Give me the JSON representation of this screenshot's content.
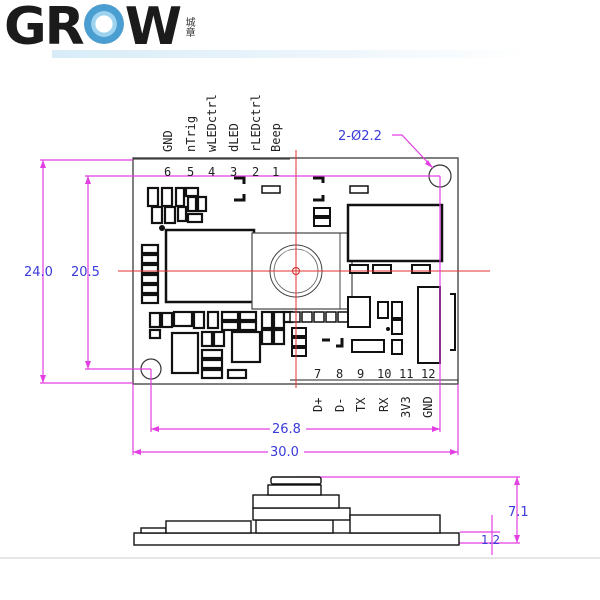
{
  "brand": {
    "logo_left": "GR",
    "logo_right": "W",
    "logo_cn": "城章",
    "logo_icon": "fingerprint-o-icon"
  },
  "drawing": {
    "hole_callout": "2-Ø2.2",
    "dims": {
      "height_outer": "24.0",
      "height_inner": "20.5",
      "width_inner": "26.8",
      "width_outer": "30.0",
      "side_height": "7.1",
      "board_thickness": "1.2"
    },
    "top_pins": [
      {
        "num": "6",
        "label": "GND"
      },
      {
        "num": "5",
        "label": "nTrig"
      },
      {
        "num": "4",
        "label": "wLEDctrl"
      },
      {
        "num": "3",
        "label": "dLED"
      },
      {
        "num": "2",
        "label": "rLEDctrl"
      },
      {
        "num": "1",
        "label": "Beep"
      }
    ],
    "bottom_pins": [
      {
        "num": "7",
        "label": "D+"
      },
      {
        "num": "8",
        "label": "D-"
      },
      {
        "num": "9",
        "label": "TX"
      },
      {
        "num": "10",
        "label": "RX"
      },
      {
        "num": "11",
        "label": "3V3"
      },
      {
        "num": "12",
        "label": "GND"
      }
    ],
    "colors": {
      "dimension": "#e23fe2",
      "dim_text": "#3a3ad8",
      "centerline": "#e03030",
      "outline": "#111111"
    }
  }
}
